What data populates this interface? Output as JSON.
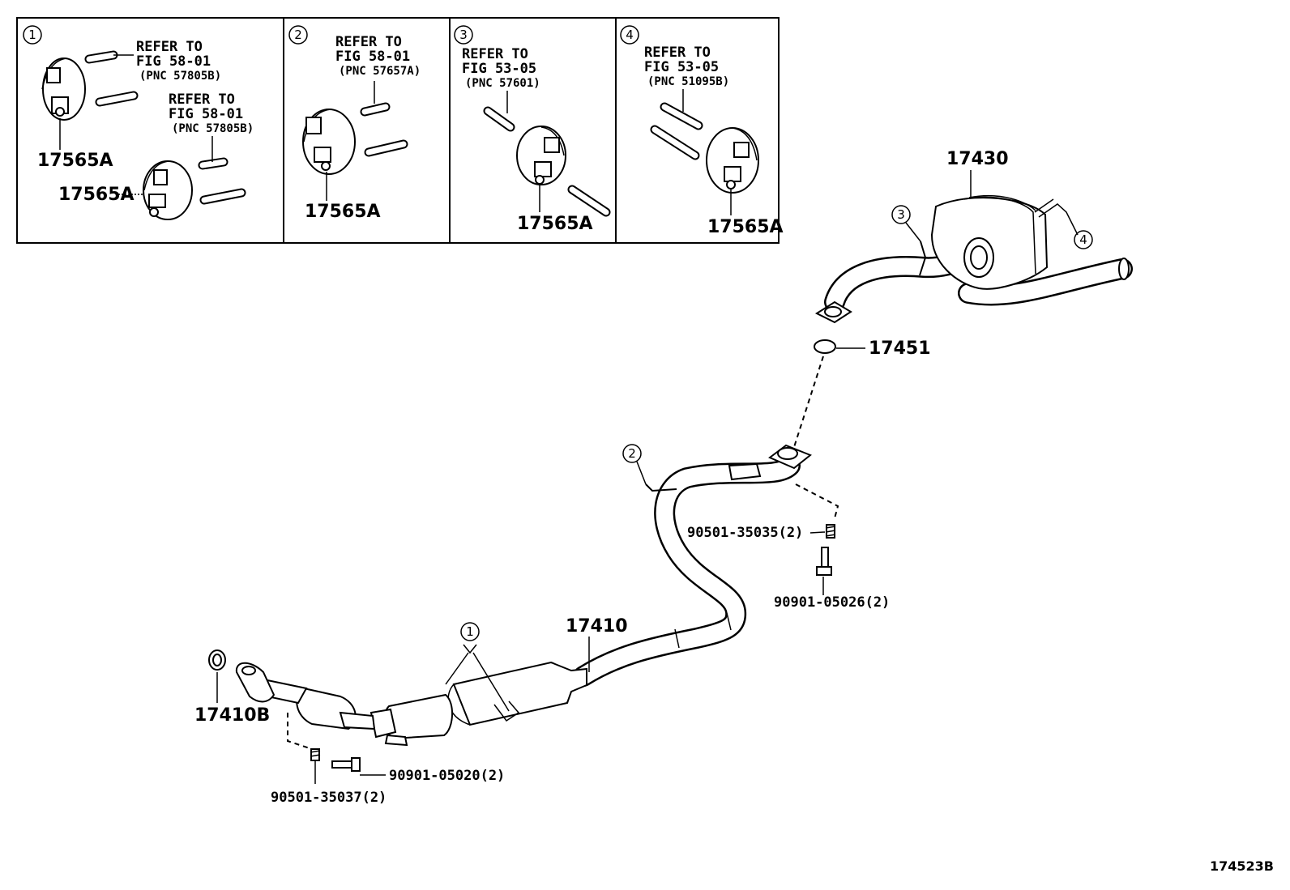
{
  "insets": [
    {
      "num": "1",
      "refs": [
        {
          "line1": "REFER TO",
          "line2": "FIG 58-01",
          "pnc": "(PNC 57805B)"
        },
        {
          "line1": "REFER TO",
          "line2": "FIG 58-01",
          "pnc": "(PNC 57805B)"
        }
      ],
      "parts": [
        "17565A",
        "17565A"
      ]
    },
    {
      "num": "2",
      "refs": [
        {
          "line1": "REFER TO",
          "line2": "FIG 58-01",
          "pnc": "(PNC 57657A)"
        }
      ],
      "parts": [
        "17565A"
      ]
    },
    {
      "num": "3",
      "refs": [
        {
          "line1": "REFER TO",
          "line2": "FIG 53-05",
          "pnc": "(PNC 57601)"
        }
      ],
      "parts": [
        "17565A"
      ]
    },
    {
      "num": "4",
      "refs": [
        {
          "line1": "REFER TO",
          "line2": "FIG 53-05",
          "pnc": "(PNC 51095B)"
        }
      ],
      "parts": [
        "17565A"
      ]
    }
  ],
  "main_parts": {
    "tail_pipe": "17430",
    "gasket": "17451",
    "front_pipe": "17410",
    "front_gasket": "17410B"
  },
  "hardware": {
    "rear_spring": "90501-35035(2)",
    "rear_bolt": "90901-05026(2)",
    "front_bolt": "90901-05020(2)",
    "front_spring": "90501-35037(2)"
  },
  "callouts": {
    "hanger_1": "1",
    "hanger_2": "2",
    "hanger_3": "3",
    "hanger_4": "4"
  },
  "illustration_id": "174523B"
}
